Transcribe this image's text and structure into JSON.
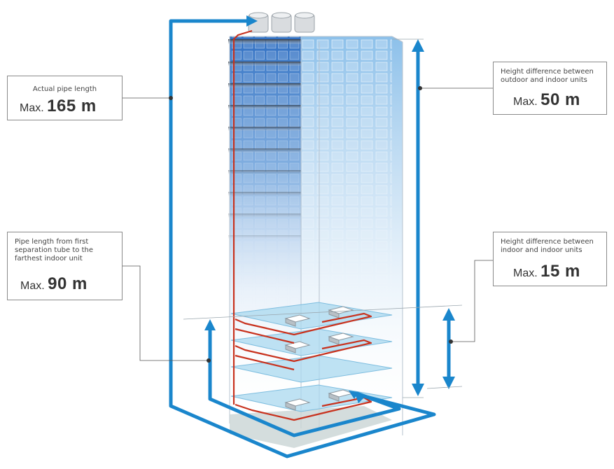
{
  "callouts": {
    "actual_pipe": {
      "caption": "Actual pipe length",
      "prefix": "Max.",
      "value": "165 m"
    },
    "height_outdoor_indoor": {
      "caption": [
        "Height difference between",
        "outdoor and indoor units"
      ],
      "prefix": "Max.",
      "value": "50 m"
    },
    "pipe_first_separation": {
      "caption": [
        "Pipe length from first",
        "separation tube to the",
        "farthest indoor unit"
      ],
      "prefix": "Max.",
      "value": "90 m"
    },
    "height_indoor_indoor": {
      "caption": [
        "Height difference between",
        "indoor and indoor units"
      ],
      "prefix": "Max.",
      "value": "15 m"
    }
  },
  "colors": {
    "pipe_blue": "#1a86cc",
    "refrigerant_red": "#c8321e",
    "building_blue": "#2d6fc0",
    "leader_line": "#555555"
  }
}
